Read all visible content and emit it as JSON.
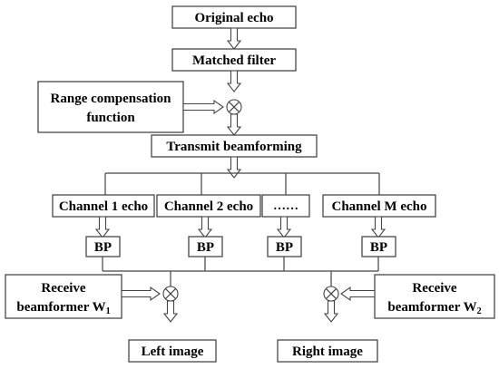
{
  "nodes": {
    "original_echo": "Original echo",
    "matched_filter": "Matched filter",
    "range_comp_line1": "Range compensation",
    "range_comp_line2": "function",
    "transmit_beamforming": "Transmit beamforming",
    "channel_1_echo": "Channel 1 echo",
    "channel_2_echo": "Channel 2 echo",
    "channel_ellipsis": "……",
    "channel_m_echo": "Channel M echo",
    "bp": "BP",
    "receive_line1": "Receive",
    "receive_left_line2": "beamformer W",
    "receive_left_sub": "1",
    "receive_right_line2": "beamformer W",
    "receive_right_sub": "2",
    "left_image": "Left image",
    "right_image": "Right image"
  },
  "icons": {
    "connector": "hollow-arrow-icon",
    "combiner": "multiplier-icon"
  }
}
